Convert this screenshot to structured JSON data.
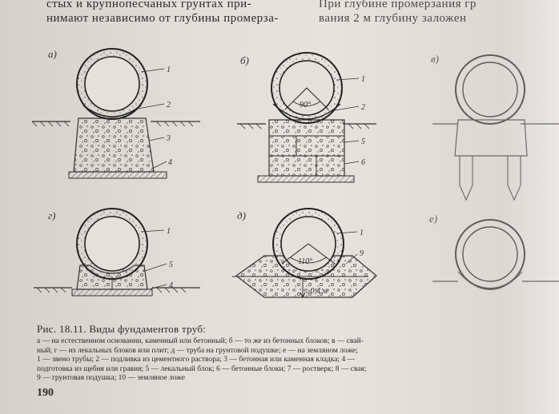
{
  "top_text": {
    "left_lines": [
      "стых и крупнопесчаных грунтах при-",
      "нимают независимо от глубины промерза-"
    ],
    "right_lines": [
      "При глубине промерзания гр",
      "вания 2 м глубину заложен"
    ]
  },
  "figure": {
    "panel_labels": [
      "а)",
      "б)",
      "в)",
      "г)",
      "д)",
      "е)"
    ],
    "angle_b": "90°",
    "angle_d": "110°",
    "depth_d": "≥0,4 м",
    "numbers": {
      "a": [
        "1",
        "2",
        "3",
        "4"
      ],
      "b": [
        "1",
        "2",
        "5",
        "6"
      ],
      "g": [
        "1",
        "5",
        "4"
      ],
      "d": [
        "1",
        "9"
      ]
    }
  },
  "caption": {
    "title": "Рис. 18.11. Виды фундаментов труб:",
    "lines": [
      "а — на естественном основании, каменный или бетонный; б — то же из бетонных блоков; в — свай-",
      "ный; г — из лекальных блоков или плит; д — труба на грунтовой подушке; е — на земляном ложе;",
      "1 — звено трубы; 2 — подливка из цементного раствора; 3 — бетонная или каменная кладка; 4 —",
      "подготовка из щебня или гравия; 5 — лекальный блок; 6 — бетонные блоки; 7 — ростверк; 8 — свая;",
      "9 — грунтовая подушка; 10 — земляное ложе"
    ]
  },
  "page_number": "190"
}
